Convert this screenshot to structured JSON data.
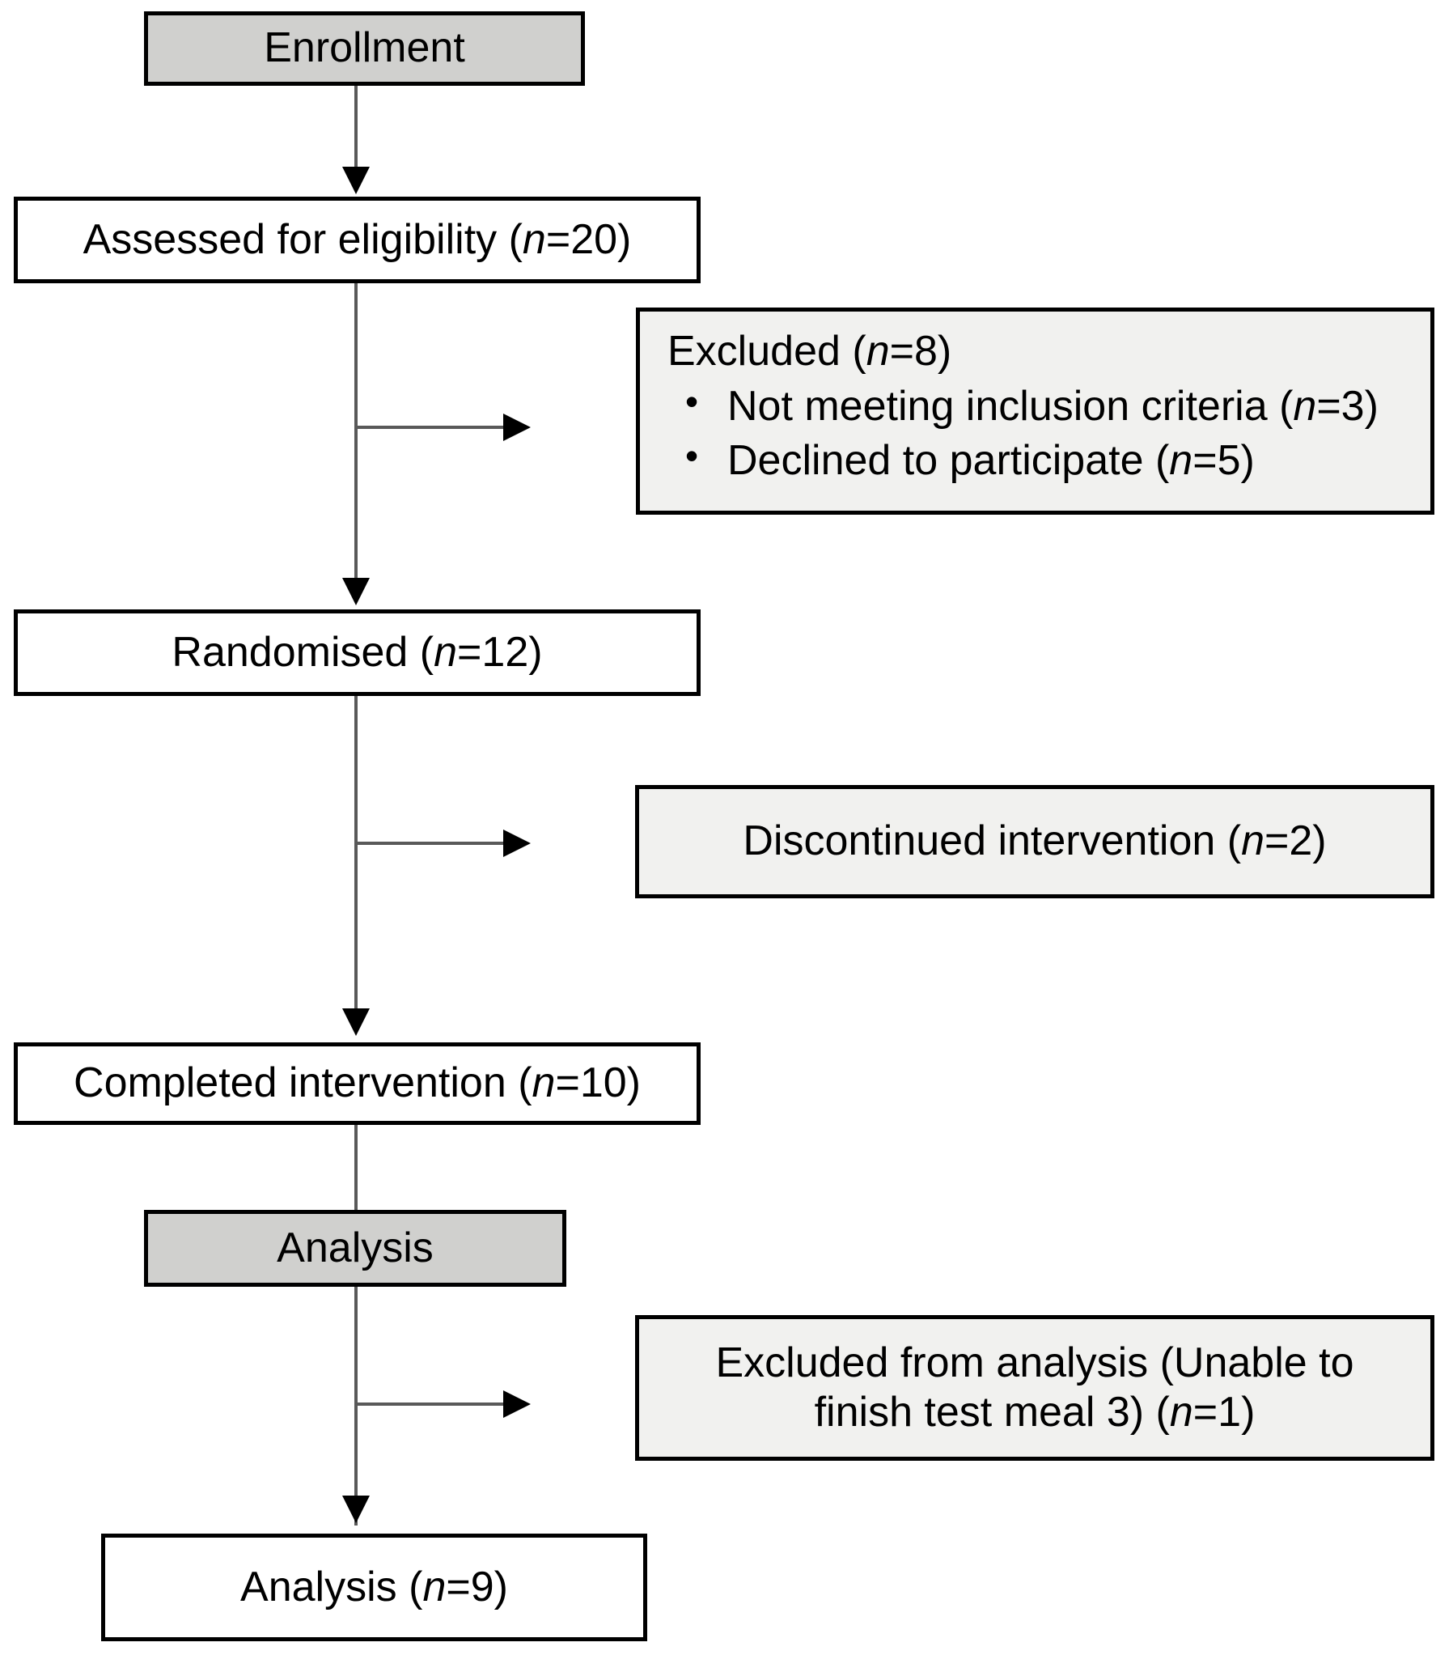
{
  "diagram": {
    "type": "consort-flow-diagram",
    "colors": {
      "stage_header_fill": "#d0d0ce",
      "side_note_fill": "#f1f1ef",
      "main_node_fill": "#ffffff",
      "border": "#000000",
      "connector": "#595959"
    },
    "nodes": {
      "enrollment_header": {
        "label": "Enrollment",
        "kind": "stage-header"
      },
      "assessed": {
        "label_prefix": "Assessed for eligibility (",
        "n_symbol": "n",
        "label_suffix": "=20)",
        "n_value": 20,
        "kind": "main"
      },
      "excluded": {
        "header_prefix": "Excluded (",
        "n_symbol": "n",
        "header_suffix": "=8)",
        "n_value": 8,
        "kind": "side-note",
        "bullets": [
          {
            "prefix": "Not meeting inclusion criteria (",
            "n_symbol": "n",
            "suffix": "=3)",
            "n_value": 3
          },
          {
            "prefix": "Declined to participate (",
            "n_symbol": "n",
            "suffix": "=5)",
            "n_value": 5
          }
        ]
      },
      "randomised": {
        "label_prefix": "Randomised (",
        "n_symbol": "n",
        "label_suffix": "=12)",
        "n_value": 12,
        "kind": "main"
      },
      "discontinued": {
        "label_prefix": "Discontinued intervention (",
        "n_symbol": "n",
        "label_suffix": "=2)",
        "n_value": 2,
        "kind": "side-note"
      },
      "completed": {
        "label_prefix": "Completed intervention (",
        "n_symbol": "n",
        "label_suffix": "=10)",
        "n_value": 10,
        "kind": "main"
      },
      "analysis_header": {
        "label": "Analysis",
        "kind": "stage-header"
      },
      "excluded_from_analysis": {
        "label_prefix": "Excluded from analysis (Unable to\nfinish test meal 3) (",
        "n_symbol": "n",
        "label_suffix": "=1)",
        "n_value": 1,
        "kind": "side-note"
      },
      "analysis_result": {
        "label_prefix": "Analysis (",
        "n_symbol": "n",
        "label_suffix": "=9)",
        "n_value": 9,
        "kind": "main"
      }
    }
  }
}
